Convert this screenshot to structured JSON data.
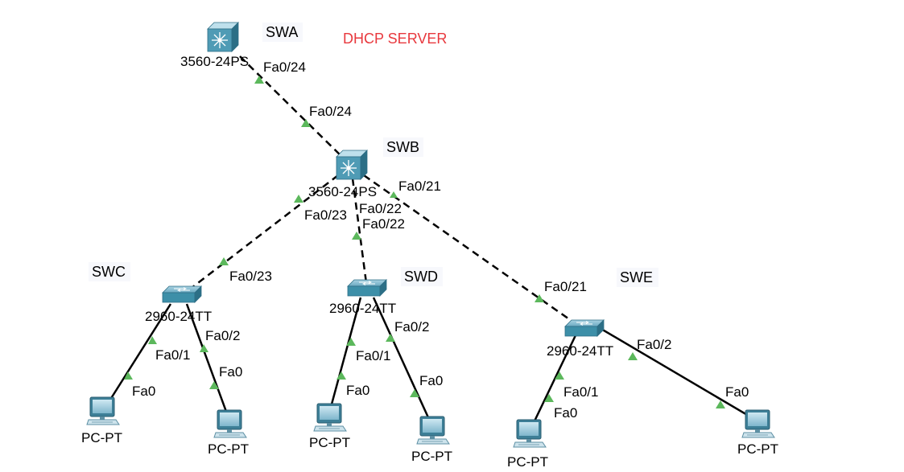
{
  "title": "DHCP SERVER",
  "colors": {
    "title": "#e8383d",
    "port_up": "#5cb85c",
    "link": "#000000",
    "device": "#3d8fa8"
  },
  "devices": {
    "swa": {
      "name": "SWA",
      "model": "3560-24PS",
      "icon": "multilayer-switch-icon"
    },
    "swb": {
      "name": "SWB",
      "model": "3560-24PS",
      "icon": "multilayer-switch-icon"
    },
    "swc": {
      "name": "SWC",
      "model": "2960-24TT",
      "icon": "switch-icon"
    },
    "swd": {
      "name": "SWD",
      "model": "2960-24TT",
      "icon": "switch-icon"
    },
    "swe": {
      "name": "SWE",
      "model": "2960-24TT",
      "icon": "switch-icon"
    },
    "pc1": {
      "name": "PC-PT",
      "icon": "pc-icon"
    },
    "pc2": {
      "name": "PC-PT",
      "icon": "pc-icon"
    },
    "pc3": {
      "name": "PC-PT",
      "icon": "pc-icon"
    },
    "pc4": {
      "name": "PC-PT",
      "icon": "pc-icon"
    },
    "pc5": {
      "name": "PC-PT",
      "icon": "pc-icon"
    },
    "pc6": {
      "name": "PC-PT",
      "icon": "pc-icon"
    }
  },
  "links": [
    {
      "id": "swa-swb",
      "type": "crossover",
      "a_port": "Fa0/24",
      "b_port": "Fa0/24"
    },
    {
      "id": "swb-swc",
      "type": "crossover",
      "a_port": "Fa0/23",
      "b_port": "Fa0/23"
    },
    {
      "id": "swb-swd",
      "type": "crossover",
      "a_port": "Fa0/22",
      "b_port": "Fa0/22",
      "a_port_overlap": "Fa0/22"
    },
    {
      "id": "swb-swe",
      "type": "crossover",
      "a_port": "Fa0/21",
      "b_port": "Fa0/21"
    },
    {
      "id": "swc-pc1",
      "type": "straight",
      "a_port": "Fa0/1",
      "b_port": "Fa0"
    },
    {
      "id": "swc-pc2",
      "type": "straight",
      "a_port": "Fa0/2",
      "b_port": "Fa0"
    },
    {
      "id": "swd-pc3",
      "type": "straight",
      "a_port": "Fa0/1",
      "b_port": "Fa0"
    },
    {
      "id": "swd-pc4",
      "type": "straight",
      "a_port": "Fa0/2",
      "b_port": "Fa0"
    },
    {
      "id": "swe-pc5",
      "type": "straight",
      "a_port": "Fa0/1",
      "b_port": "Fa0"
    },
    {
      "id": "swe-pc6",
      "type": "straight",
      "a_port": "Fa0/2",
      "b_port": "Fa0"
    }
  ]
}
